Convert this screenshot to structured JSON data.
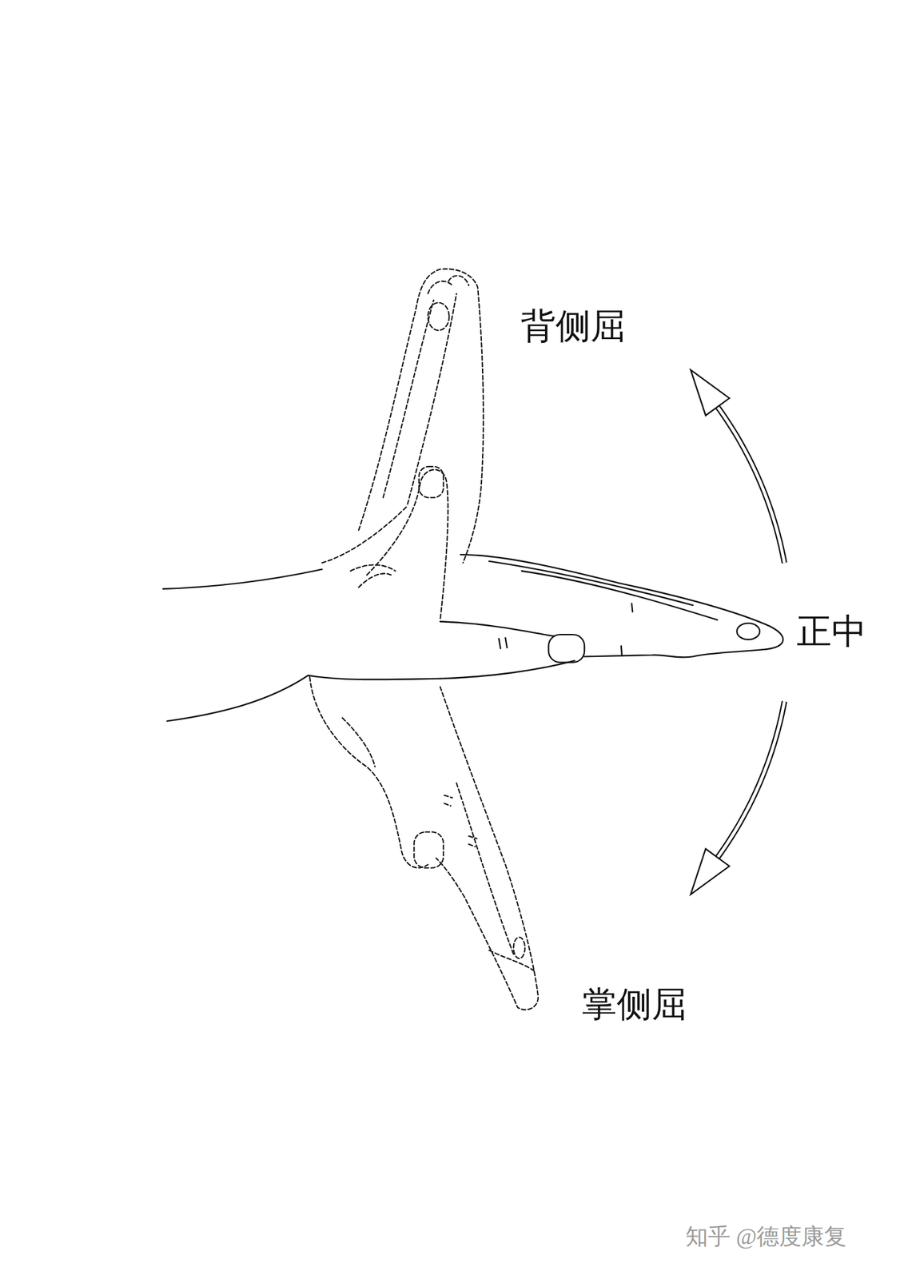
{
  "diagram": {
    "labels": [
      "背侧屈",
      "正中",
      "掌侧屈",
      "知乎 @德度康复"
    ]
  }
}
